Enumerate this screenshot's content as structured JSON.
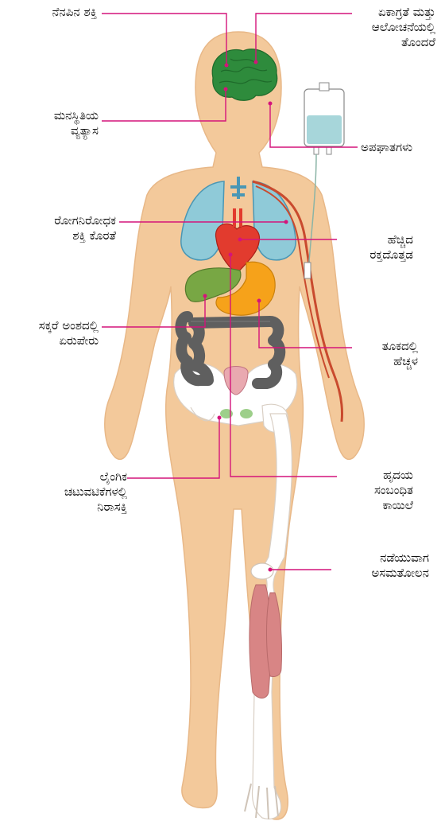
{
  "labels": {
    "memory_power": [
      "ನೆನಪಿನ ಶಕ್ತಿ"
    ],
    "concentration": [
      "ಏಕಾಗ್ರತೆ ಮತ್ತು",
      "ಆಲೋಚನೆಯಲ್ಲಿ",
      "ತೊಂದರೆ"
    ],
    "mood_change": [
      "ಮನಸ್ಥಿತಿಯ",
      "ವ್ಯತ್ಯಾಸ"
    ],
    "accidents": [
      "ಅಪಘಾತಗಳು"
    ],
    "low_immunity": [
      "ರೋಗನಿರೋಧಕ",
      "ಶಕ್ತಿ ಕೊರತೆ"
    ],
    "high_bp": [
      "ಹೆಚ್ಚಿದ",
      "ರಕ್ತದೊತ್ತಡ"
    ],
    "blood_sugar": [
      "ಸಕ್ಕರೆ ಅಂಶದಲ್ಲಿ",
      "ಏರುಪೇರು"
    ],
    "weight_gain": [
      "ತೂಕದಲ್ಲಿ",
      "ಹೆಚ್ಚಳ"
    ],
    "sexual_disinterest": [
      "ಲೈಂಗಿಕ",
      "ಚಟುವಟಿಕೆಗಳಲ್ಲಿ",
      "ನಿರಾಸಕ್ತಿ"
    ],
    "heart_disease": [
      "ಹೃದಯ",
      "ಸಂಬಂಧಿತ",
      "ಕಾಯಿಲೆ"
    ],
    "walking_imbalance": [
      "ನಡೆಯುವಾಗ",
      "ಅಸಮತೋಲನ"
    ]
  },
  "colors": {
    "skin": "#f3c99b",
    "brain": "#2e8b3c",
    "lungs": "#8fcad8",
    "heart": "#e23b2e",
    "liver": "#78a744",
    "stomach": "#f6a21a",
    "intestine": "#5f5f5f",
    "bone": "#ffffff",
    "muscle": "#d88585",
    "iv_fluid": "#a7d6da",
    "leader": "#d4147a"
  }
}
